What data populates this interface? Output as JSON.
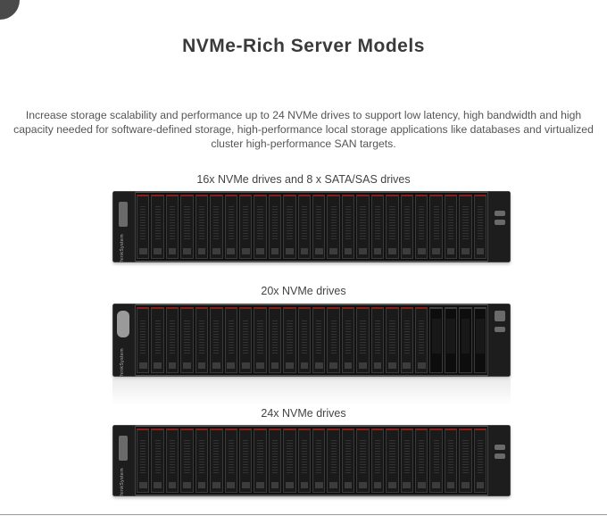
{
  "page": {
    "title": "NVMe-Rich Server Models",
    "description": "Increase storage scalability and performance up to 24 NVMe drives to support low latency, high bandwidth and high capacity needed for software-defined storage, high-performance local storage applications like databases and virtualized cluster high-performance SAN targets."
  },
  "models": [
    {
      "caption": "16x NVMe drives and 8 x SATA/SAS drives",
      "bays": 24,
      "blank_bays": 0,
      "image_alt": "server-front-16-nvme-8-sata"
    },
    {
      "caption": "20x NVMe drives",
      "bays": 20,
      "blank_bays": 4,
      "image_alt": "server-front-20-nvme"
    },
    {
      "caption": "24x NVMe drives",
      "bays": 24,
      "blank_bays": 0,
      "image_alt": "server-front-24-nvme"
    }
  ],
  "colors": {
    "title": "#3a3a3a",
    "text": "#555555",
    "bay_accent": "#8a1c1c",
    "chassis": "#2b2b2b"
  }
}
